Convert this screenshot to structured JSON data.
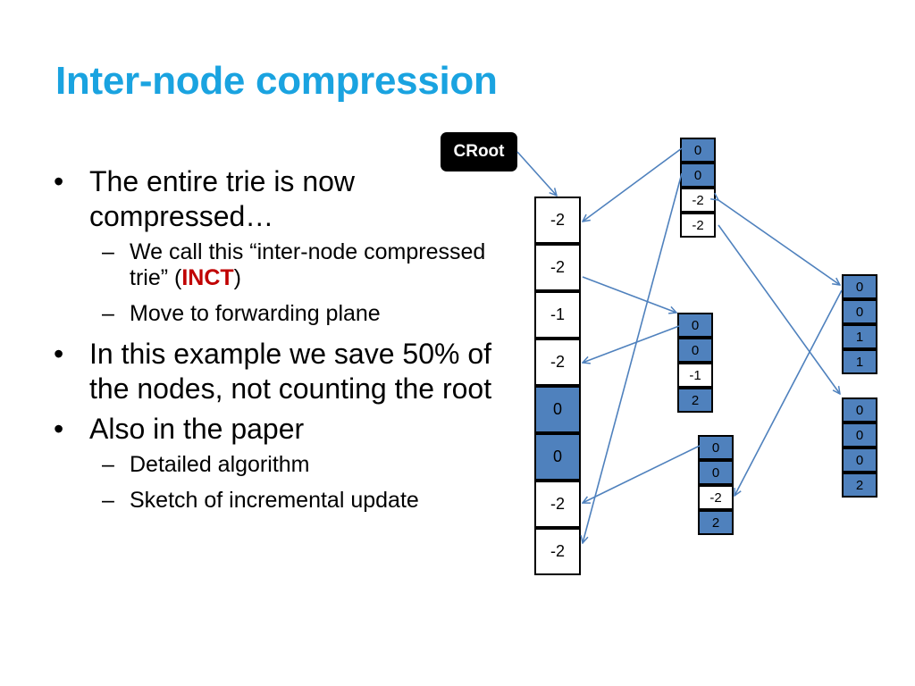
{
  "slide": {
    "title": "Inter-node compression",
    "bullets": [
      {
        "text": "The entire trie is now compressed…"
      },
      {
        "sub": true,
        "pre": "We call this “inter-node compressed trie” (",
        "highlight": "INCT",
        "post": ")"
      },
      {
        "sub": true,
        "text": "Move to forwarding plane"
      },
      {
        "text": "In this example we save 50% of the nodes, not counting the root"
      },
      {
        "text": "Also in the paper"
      },
      {
        "sub": true,
        "text": "Detailed algorithm"
      },
      {
        "sub": true,
        "text": "Sketch of incremental update"
      }
    ]
  },
  "diagram": {
    "root_label": "CRoot",
    "root_array": [
      "-2",
      "-2",
      "-1",
      "-2",
      "0",
      "0",
      "-2",
      "-2"
    ],
    "root_array_blue": [
      false,
      false,
      false,
      false,
      true,
      true,
      false,
      false
    ],
    "node_a": {
      "values": [
        "0",
        "0",
        "-2",
        "-2"
      ],
      "blue": [
        true,
        true,
        false,
        false
      ]
    },
    "node_b": {
      "values": [
        "0",
        "0",
        "-1",
        "2"
      ],
      "blue": [
        true,
        true,
        false,
        true
      ]
    },
    "node_c": {
      "values": [
        "0",
        "0",
        "-2",
        "2"
      ],
      "blue": [
        true,
        true,
        false,
        true
      ]
    },
    "node_d": {
      "values": [
        "0",
        "0",
        "1",
        "1"
      ],
      "blue": [
        true,
        true,
        true,
        true
      ]
    },
    "node_e": {
      "values": [
        "0",
        "0",
        "0",
        "2"
      ],
      "blue": [
        true,
        true,
        true,
        true
      ]
    },
    "colors": {
      "title": "#1aa3e0",
      "cell_blue": "#4f81bd",
      "arrow": "#4f81bd",
      "highlight": "#c00000"
    }
  }
}
